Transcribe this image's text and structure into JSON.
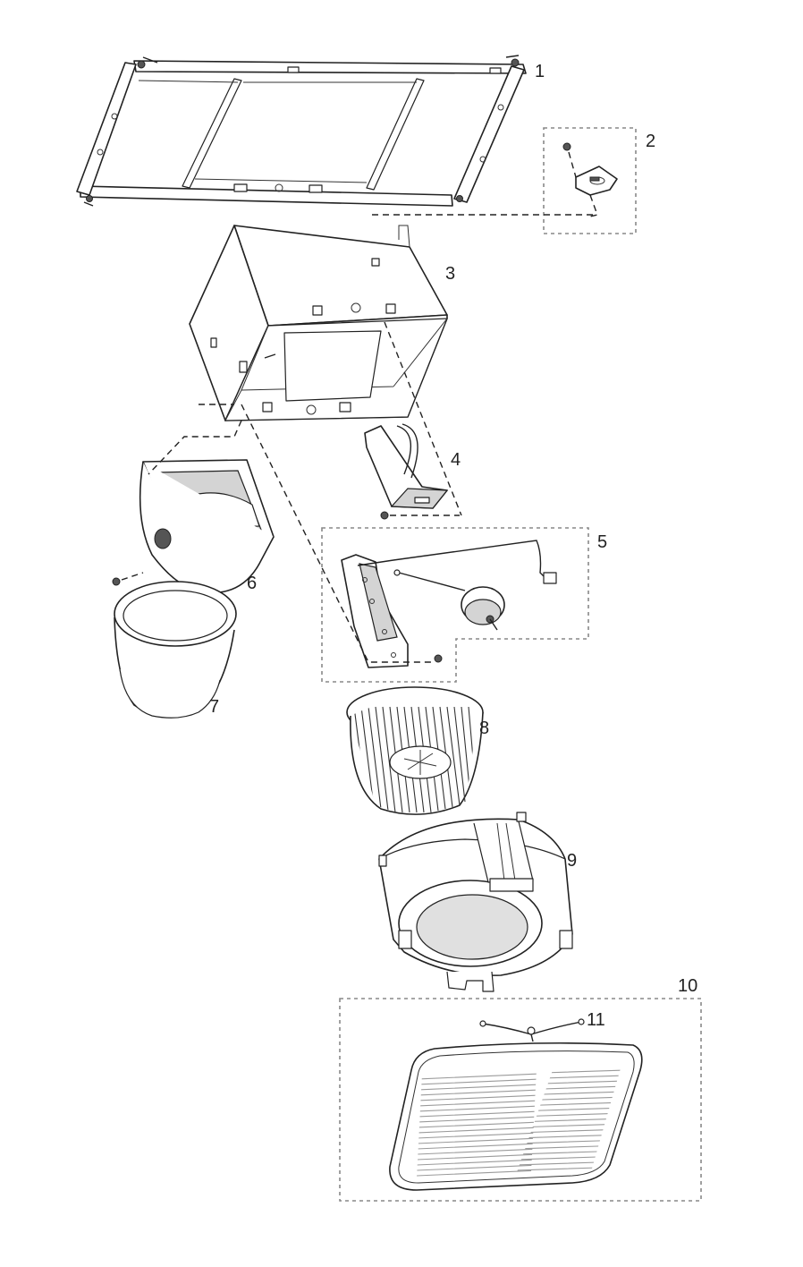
{
  "callouts": {
    "c1": "1",
    "c2": "2",
    "c3": "3",
    "c4": "4",
    "c5": "5",
    "c6": "6",
    "c7": "7",
    "c8": "8",
    "c9": "9",
    "c10": "10",
    "c11": "11"
  },
  "colors": {
    "line": "#222222",
    "kit_box": "#888888",
    "shading": "#d4d4d4",
    "background": "#ffffff"
  }
}
